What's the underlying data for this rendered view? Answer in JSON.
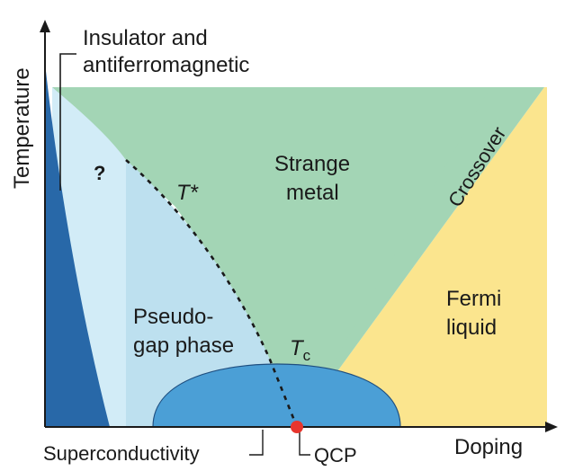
{
  "axes": {
    "y_label": "Temperature",
    "x_label": "Doping"
  },
  "regions": {
    "insulator_line1": "Insulator and",
    "insulator_line2": "antiferromagnetic",
    "unknown": "?",
    "strange_metal_line1": "Strange",
    "strange_metal_line2": "metal",
    "crossover": "Crossover",
    "fermi_line1": "Fermi",
    "fermi_line2": "liquid",
    "pseudogap_line1": "Pseudo-",
    "pseudogap_line2": "gap phase",
    "superconductivity": "Superconductivity",
    "qcp": "QCP"
  },
  "curves": {
    "t_star": "T*",
    "tc_main": "T",
    "tc_sub": "c"
  },
  "colors": {
    "antiferro": "#2868a8",
    "light_blue": "#d2ecf7",
    "pseudogap": "#bde0ef",
    "strange_metal": "#a3d5b5",
    "fermi_liquid": "#fbe58e",
    "superconducting_dome": "#4b9fd6",
    "qcp_dot": "#e8352d"
  }
}
